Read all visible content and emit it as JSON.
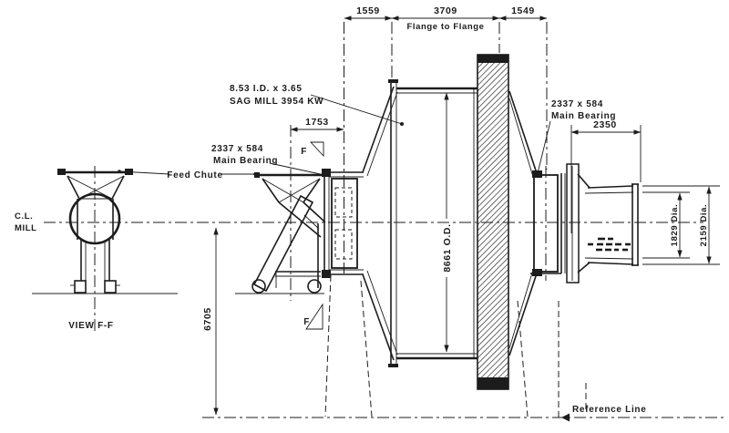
{
  "colors": {
    "ink": "#1c1c1c",
    "background": "#ffffff"
  },
  "dims": {
    "top_left": "1559",
    "top_mid": "3709",
    "top_mid_sub": "Flange to Flange",
    "top_right": "1549",
    "feed_offset": "1753",
    "height": "6705",
    "shell_od": "8661 O.D.",
    "discharge_len": "2350",
    "dia_inner": "1829 Dia.",
    "dia_outer": "2159 Dia."
  },
  "labels": {
    "spec1": "8.53 I.D. x 3.65",
    "spec2": "SAG MILL 3954 KW",
    "bearing_feed1": "2337 x 584",
    "bearing_feed2": "Main Bearing",
    "bearing_disch1": "2337 x 584",
    "bearing_disch2": "Main Bearing",
    "feed_chute": "Feed Chute",
    "cl1": "C.L.",
    "cl2": "MILL",
    "view": "VIEW F-F",
    "flag": "F",
    "reference": "Reference Line"
  }
}
